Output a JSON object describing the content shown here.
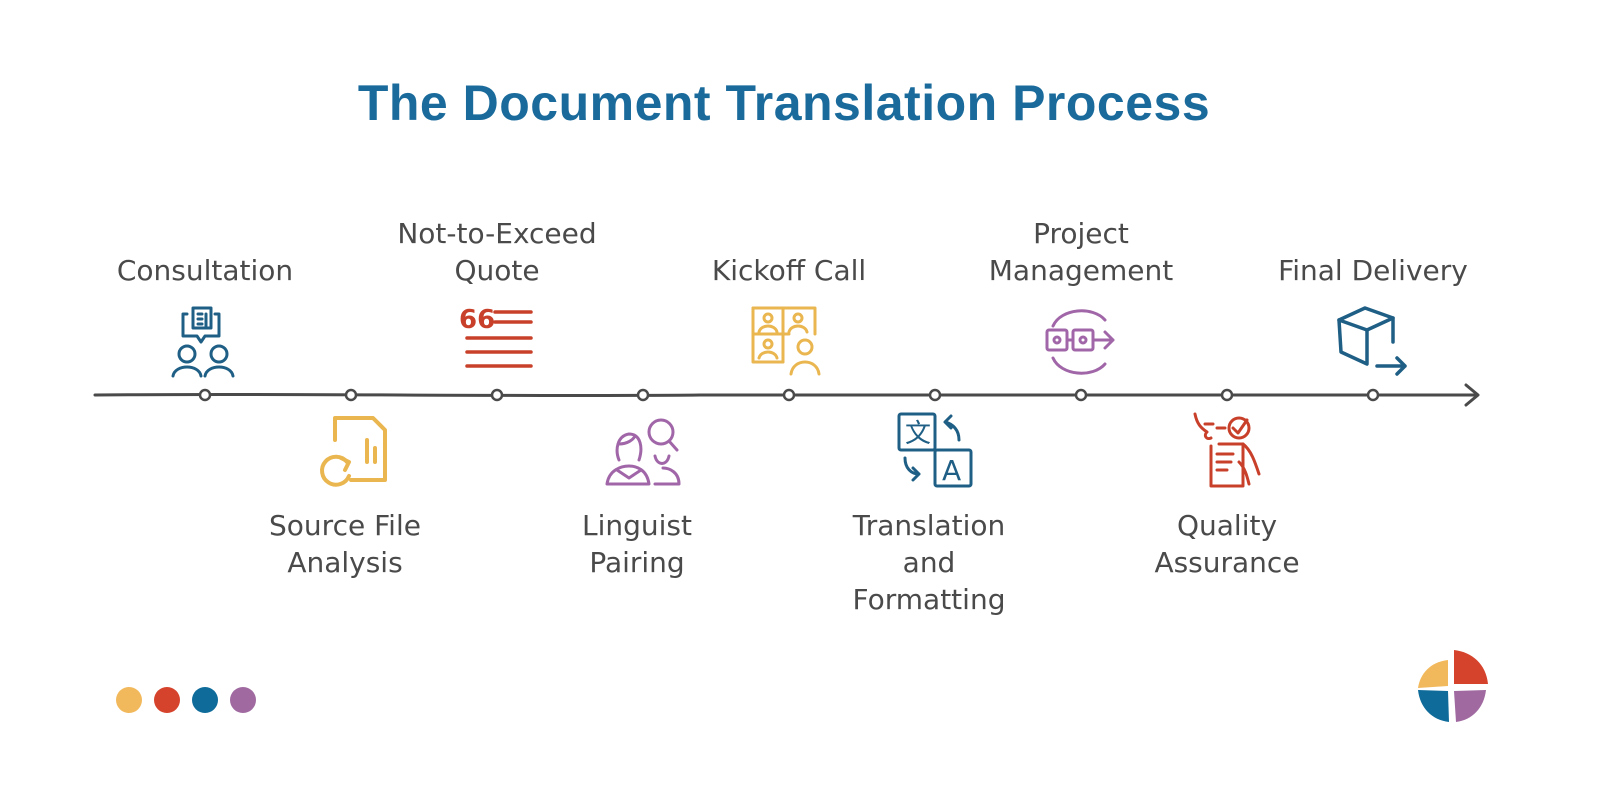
{
  "title": "The Document Translation Process",
  "colors": {
    "title": "#1a6b9c",
    "blue": "#1f5f85",
    "yellow": "#eab650",
    "red": "#c9402a",
    "purple": "#a066a8",
    "line": "#4a4a4a",
    "text": "#4a4a4a"
  },
  "steps": [
    {
      "index": 1,
      "label_line1": "Consultation",
      "label_line2": "",
      "label_line3": "",
      "position": "above",
      "icon": "consultation-chat-icon",
      "color": "blue"
    },
    {
      "index": 2,
      "label_line1": "Source File",
      "label_line2": "Analysis",
      "label_line3": "",
      "position": "below",
      "icon": "file-analysis-icon",
      "color": "yellow"
    },
    {
      "index": 3,
      "label_line1": "Not-to-Exceed",
      "label_line2": "Quote",
      "label_line3": "",
      "position": "above",
      "icon": "quote-icon",
      "color": "red"
    },
    {
      "index": 4,
      "label_line1": "Linguist",
      "label_line2": "Pairing",
      "label_line3": "",
      "position": "below",
      "icon": "linguist-search-icon",
      "color": "purple"
    },
    {
      "index": 5,
      "label_line1": "Kickoff Call",
      "label_line2": "",
      "label_line3": "",
      "position": "above",
      "icon": "video-call-icon",
      "color": "yellow"
    },
    {
      "index": 6,
      "label_line1": "Translation",
      "label_line2": "and",
      "label_line3": "Formatting",
      "position": "below",
      "icon": "translate-icon",
      "color": "blue"
    },
    {
      "index": 7,
      "label_line1": "Project",
      "label_line2": "Management",
      "label_line3": "",
      "position": "above",
      "icon": "workflow-icon",
      "color": "purple"
    },
    {
      "index": 8,
      "label_line1": "Quality",
      "label_line2": "Assurance",
      "label_line3": "",
      "position": "below",
      "icon": "checklist-icon",
      "color": "red"
    },
    {
      "index": 9,
      "label_line1": "Final Delivery",
      "label_line2": "",
      "label_line3": "",
      "position": "above",
      "icon": "package-delivery-icon",
      "color": "blue"
    }
  ],
  "footer": {
    "dots": [
      "#f2b95c",
      "#d6432c",
      "#0e6b9a",
      "#a06aa1"
    ],
    "logo_quadrants": [
      "#f2b95c",
      "#d6432c",
      "#0e6b9a",
      "#a06aa1"
    ]
  }
}
